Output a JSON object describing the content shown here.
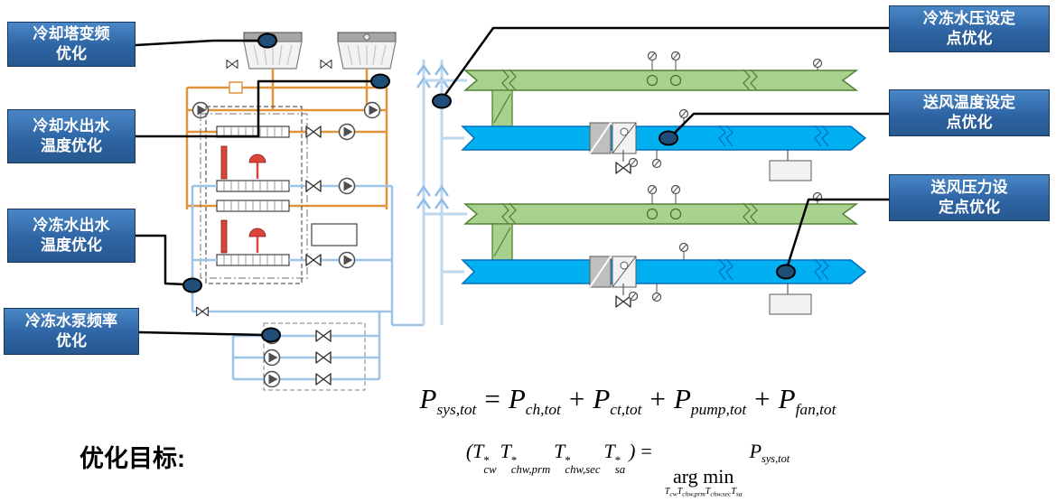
{
  "callouts": {
    "cooling_tower_vfd": {
      "line1": "冷却塔变频",
      "line2": "优化"
    },
    "cooling_water_outlet_temp": {
      "line1": "冷却水出水",
      "line2": "温度优化"
    },
    "chilled_water_outlet_temp": {
      "line1": "冷冻水出水",
      "line2": "温度优化"
    },
    "chw_pump_frequency": {
      "line1": "冷冻水泵频率",
      "line2": "优化"
    },
    "chw_pressure_setpoint": {
      "line1": "冷冻水压设定",
      "line2": "点优化"
    },
    "supply_air_temp_setpoint": {
      "line1": "送风温度设定",
      "line2": "点优化"
    },
    "supply_air_pressure_setpoint": {
      "line1": "送风压力设",
      "line2": "定点优化"
    }
  },
  "objective_heading": "优化目标:",
  "formulas": {
    "tokens": {
      "P": "P",
      "T": "T",
      "star": "*",
      "eq": "=",
      "plus": "+",
      "open": "(",
      "close": ")",
      "argmin": "arg min",
      "sub_sys": "sys,tot",
      "sub_ch": "ch,tot",
      "sub_ct": "ct,tot",
      "sub_pump": "pump,tot",
      "sub_fan": "fan,tot",
      "sub_cw": "cw",
      "sub_chw_prm": "chw,prm",
      "sub_chw_sec": "chw,sec",
      "sub_sa": "sa"
    }
  },
  "colors": {
    "callout_box_blue": "#2E64A4",
    "marker_fill": "#1F4E79",
    "condenser_pipe_orange": "#E2943B",
    "chilled_pipe_blue": "#9DC3E6",
    "riser_blue": "#BDD7EE",
    "return_duct_green": "#A9D18E",
    "supply_duct_cyan": "#00B0F0",
    "compressor_red": "#D9453B"
  },
  "icons": {
    "pump": "circle-with-triangle",
    "valve": "bowtie",
    "cooling_tower": "trapezoid-with-fan",
    "sensor": "small-circle",
    "marker": "dark-ellipse"
  }
}
